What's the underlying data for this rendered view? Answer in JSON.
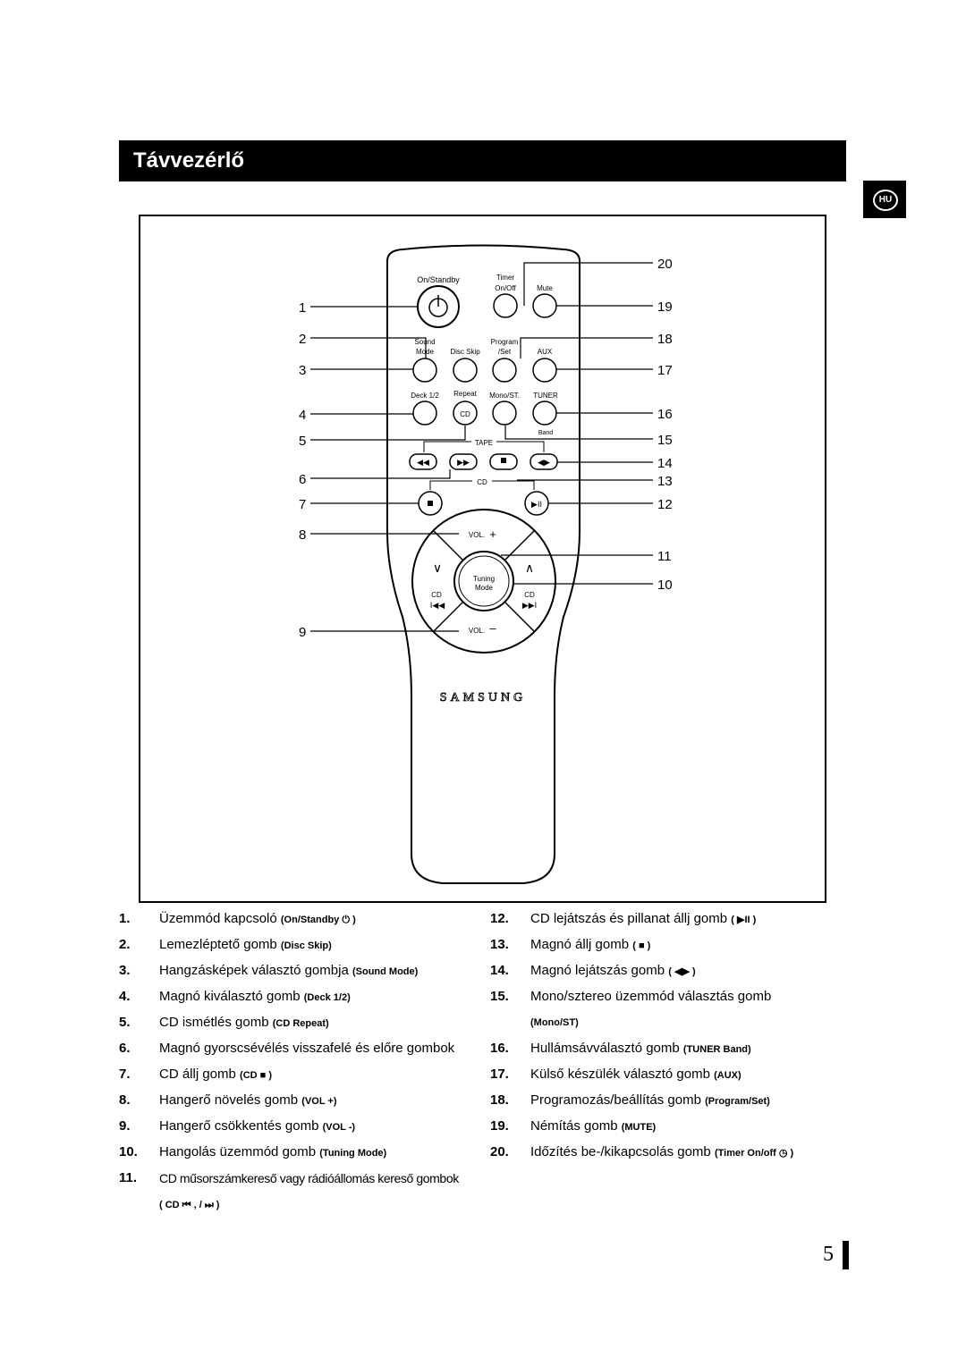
{
  "header": {
    "title": "Távvezérlő",
    "lang_badge": "HU"
  },
  "remote": {
    "labels": {
      "on_standby": "On/Standby",
      "timer": "Timer",
      "on_off": "On/Off",
      "mute": "Mute",
      "sound": "Sound",
      "mode": "Mode",
      "disc_skip": "Disc Skip",
      "program": "Program",
      "set": "/Set",
      "aux": "AUX",
      "deck": "Deck 1/2",
      "repeat": "Repeat",
      "cd_btn": "CD",
      "mono_st": "Mono/ST.",
      "tuner": "TUNER",
      "band": "Band",
      "tape": "TAPE",
      "cd": "CD",
      "vol_plus": "VOL.",
      "vol_minus": "VOL.",
      "tuning": "Tuning",
      "tuning_mode": "Mode",
      "cd_left": "CD",
      "cd_right": "CD",
      "brand": "SAMSUNG"
    },
    "left_callouts": [
      "1",
      "2",
      "3",
      "4",
      "5",
      "6",
      "7",
      "8",
      "9"
    ],
    "right_callouts": [
      "20",
      "19",
      "18",
      "17",
      "16",
      "15",
      "14",
      "13",
      "12",
      "11",
      "10"
    ]
  },
  "legend_left": [
    {
      "num": "1.",
      "text": "Üzemmód kapcsoló",
      "code": "(On/Standby ⏻ )"
    },
    {
      "num": "2.",
      "text": "Lemezléptető gomb",
      "code": "(Disc Skip)"
    },
    {
      "num": "3.",
      "text": "Hangzásképek választó gombja",
      "code": "(Sound Mode)"
    },
    {
      "num": "4.",
      "text": "Magnó kiválasztó gomb",
      "code": "(Deck 1/2)"
    },
    {
      "num": "5.",
      "text": "CD ismétlés gomb",
      "code": "(CD Repeat)"
    },
    {
      "num": "6.",
      "text": "Magnó gyorscsévélés visszafelé és előre gombok",
      "code": ""
    },
    {
      "num": "7.",
      "text": "CD állj gomb",
      "code": "(CD ■ )"
    },
    {
      "num": "8.",
      "text": "Hangerő növelés gomb",
      "code": "(VOL +)"
    },
    {
      "num": "9.",
      "text": "Hangerő csökkentés gomb",
      "code": "(VOL -)"
    },
    {
      "num": "10.",
      "text": "Hangolás üzemmód gomb",
      "code": "(Tuning Mode)"
    },
    {
      "num": "11.",
      "text": "CD műsorszámkereső vagy rádióállomás kereső gombok",
      "code": ""
    }
  ],
  "legend_left_extra": "( CD ⏮ , / ⏭ )",
  "legend_right": [
    {
      "num": "12.",
      "text": "CD lejátszás és pillanat állj gomb",
      "code": "( ▶II )"
    },
    {
      "num": "13.",
      "text": "Magnó állj gomb",
      "code": "( ■ )"
    },
    {
      "num": "14.",
      "text": "Magnó lejátszás gomb",
      "code": "( ◀▶ )"
    },
    {
      "num": "15.",
      "text": "Mono/sztereo üzemmód választás gomb",
      "code": ""
    },
    {
      "num": "16.",
      "text": "Hullámsávválasztó gomb",
      "code": "(TUNER Band)"
    },
    {
      "num": "17.",
      "text": "Külső készülék választó gomb",
      "code": "(AUX)"
    },
    {
      "num": "18.",
      "text": "Programozás/beállítás gomb",
      "code": "(Program/Set)"
    },
    {
      "num": "19.",
      "text": "Némítás gomb",
      "code": "(MUTE)"
    },
    {
      "num": "20.",
      "text": "Időzítés be-/kikapcsolás gomb",
      "code": "(Timer On/off ◷ )"
    }
  ],
  "legend_right_extra": "(Mono/ST)",
  "page": {
    "number": "5"
  }
}
